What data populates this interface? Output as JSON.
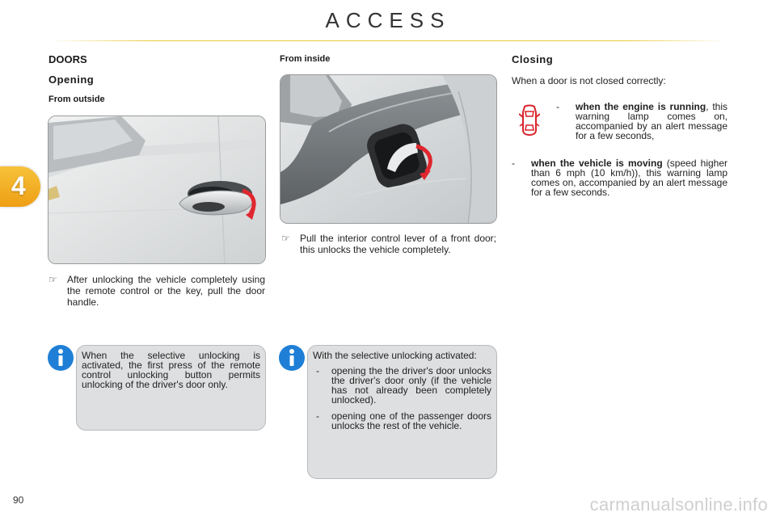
{
  "header": {
    "title": "ACCESS",
    "chapter": "4"
  },
  "left": {
    "heading": "DOORS",
    "subheading": "Opening",
    "subsubheading": "From outside",
    "bullet_icon": "pointing-hand-icon",
    "bullet": "After unlocking the vehicle completely using the remote control or the key, pull the door handle.",
    "info": "When the selective unlocking is activated, the first press of the remote control unlocking button permits unlocking of the driver's door only."
  },
  "middle": {
    "heading": "From inside",
    "bullet": "Pull the interior control lever of a front door; this unlocks the vehicle completely.",
    "info_intro": "With the selective unlocking activated:",
    "info_items": [
      "opening the the driver's door unlocks the driver's door only (if the vehicle has not already been completely unlocked).",
      "opening one of the passenger doors unlocks the rest of the vehicle."
    ]
  },
  "right": {
    "heading": "Closing",
    "intro": "When a door is not closed correctly:",
    "conditions": [
      {
        "bold": "when the engine is running",
        "text": ", this warning lamp comes on, accompanied by an alert message for a few seconds,"
      },
      {
        "bold": "when the vehicle is moving",
        "text": " (speed higher than 6 mph (10 km/h)), this warning lamp comes on, accompanied by an alert message for a few seconds."
      }
    ]
  },
  "colors": {
    "accent": "#ef9f14",
    "info_blue": "#1f7fd6",
    "lamp_red": "#d9242b",
    "arrow_red": "#e0262e"
  },
  "footer": {
    "page_number": "90",
    "watermark": "carmanualsonline.info"
  }
}
